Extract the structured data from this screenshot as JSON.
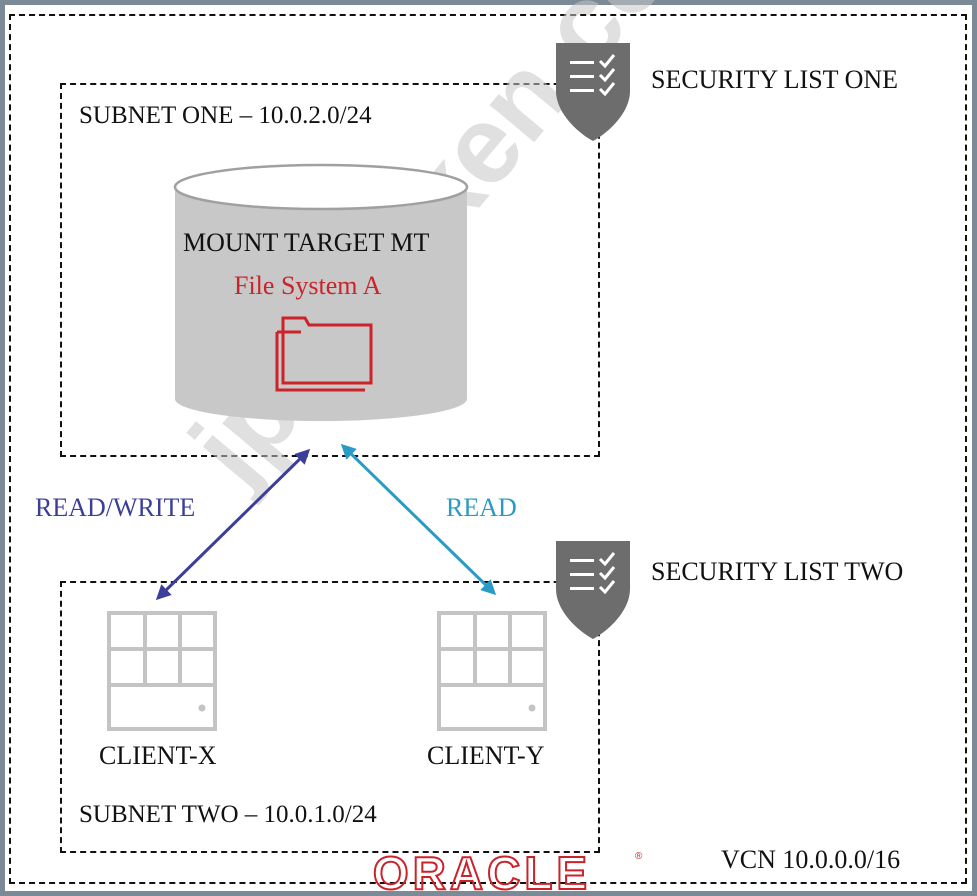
{
  "vcn": {
    "label": "VCN 10.0.0.0/16"
  },
  "subnet_one": {
    "label": "SUBNET ONE – 10.0.2.0/24"
  },
  "subnet_two": {
    "label": "SUBNET TWO – 10.0.1.0/24"
  },
  "security_list_one": {
    "label": "SECURITY LIST ONE",
    "icon": "shield-checklist-icon"
  },
  "security_list_two": {
    "label": "SECURITY LIST TWO",
    "icon": "shield-checklist-icon"
  },
  "mount_target": {
    "label": "MOUNT TARGET MT",
    "file_system": "File System A",
    "icon": "folder-icon"
  },
  "clients": {
    "x": "CLIENT-X",
    "y": "CLIENT-Y",
    "icon": "server-icon"
  },
  "links": {
    "read_write": {
      "label": "READ/WRITE",
      "color": "#3b3f9a"
    },
    "read": {
      "label": "READ",
      "color": "#2a9ac6"
    }
  },
  "watermark": "jpnshiken.com",
  "logo": "ORACLE",
  "colors": {
    "accent_red": "#cc2229",
    "cylinder": "#c8c8c8",
    "shield": "#6d6d6d",
    "server": "#c4c4c4"
  }
}
